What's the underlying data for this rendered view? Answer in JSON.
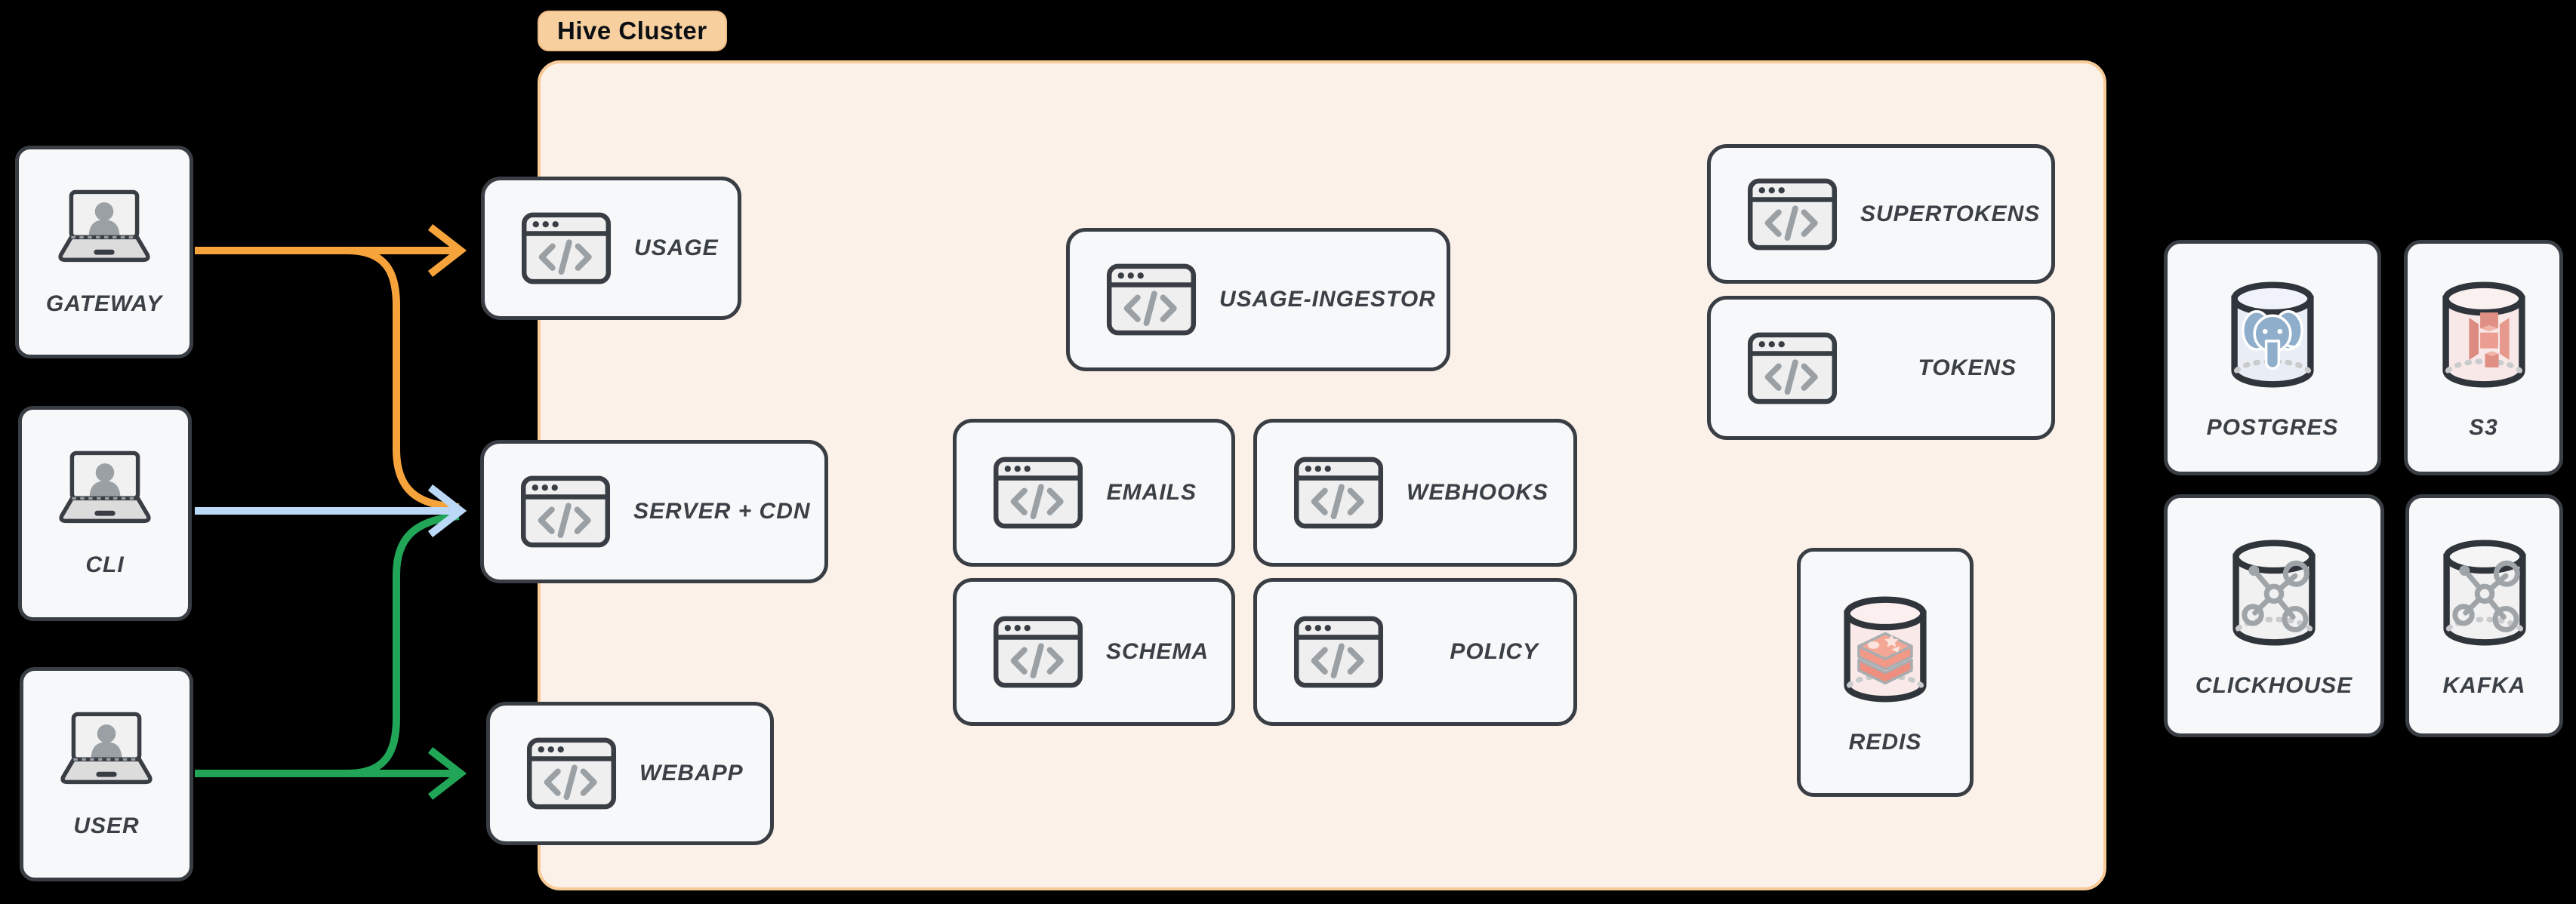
{
  "cluster": {
    "label": "Hive Cluster"
  },
  "actors": [
    {
      "id": "gateway",
      "label": "GATEWAY"
    },
    {
      "id": "cli",
      "label": "CLI"
    },
    {
      "id": "user",
      "label": "USER"
    }
  ],
  "services": [
    {
      "id": "usage",
      "label": "USAGE"
    },
    {
      "id": "server-cdn",
      "label": "SERVER + CDN"
    },
    {
      "id": "webapp",
      "label": "WEBAPP"
    },
    {
      "id": "usage-ingestor",
      "label": "USAGE-INGESTOR"
    },
    {
      "id": "emails",
      "label": "EMAILS"
    },
    {
      "id": "webhooks",
      "label": "WEBHOOKS"
    },
    {
      "id": "schema",
      "label": "SCHEMA"
    },
    {
      "id": "policy",
      "label": "POLICY"
    },
    {
      "id": "supertokens",
      "label": "SUPERTOKENS"
    },
    {
      "id": "tokens",
      "label": "TOKENS"
    },
    {
      "id": "redis",
      "label": "REDIS"
    }
  ],
  "datastores": [
    {
      "id": "postgres",
      "label": "POSTGRES"
    },
    {
      "id": "s3",
      "label": "S3"
    },
    {
      "id": "clickhouse",
      "label": "CLICKHOUSE"
    },
    {
      "id": "kafka",
      "label": "KAFKA"
    }
  ],
  "arrows": [
    {
      "from": "GATEWAY",
      "to": "USAGE",
      "color": "#F7A33C"
    },
    {
      "from": "GATEWAY",
      "to": "SERVER + CDN",
      "color": "#F7A33C"
    },
    {
      "from": "CLI",
      "to": "SERVER + CDN",
      "color": "#BBD9F7"
    },
    {
      "from": "USER",
      "to": "SERVER + CDN",
      "color": "#21A556"
    },
    {
      "from": "USER",
      "to": "WEBAPP",
      "color": "#21A556"
    }
  ],
  "colors": {
    "gateway_flow": "#F7A33C",
    "cli_flow": "#BBD9F7",
    "user_flow": "#21A556",
    "cluster_fill": "#FCF1E8",
    "cluster_pill": "#F8CF9E",
    "node_border": "#383E44",
    "node_fill": "#F7F8F9",
    "label_text": "#3A4045"
  }
}
